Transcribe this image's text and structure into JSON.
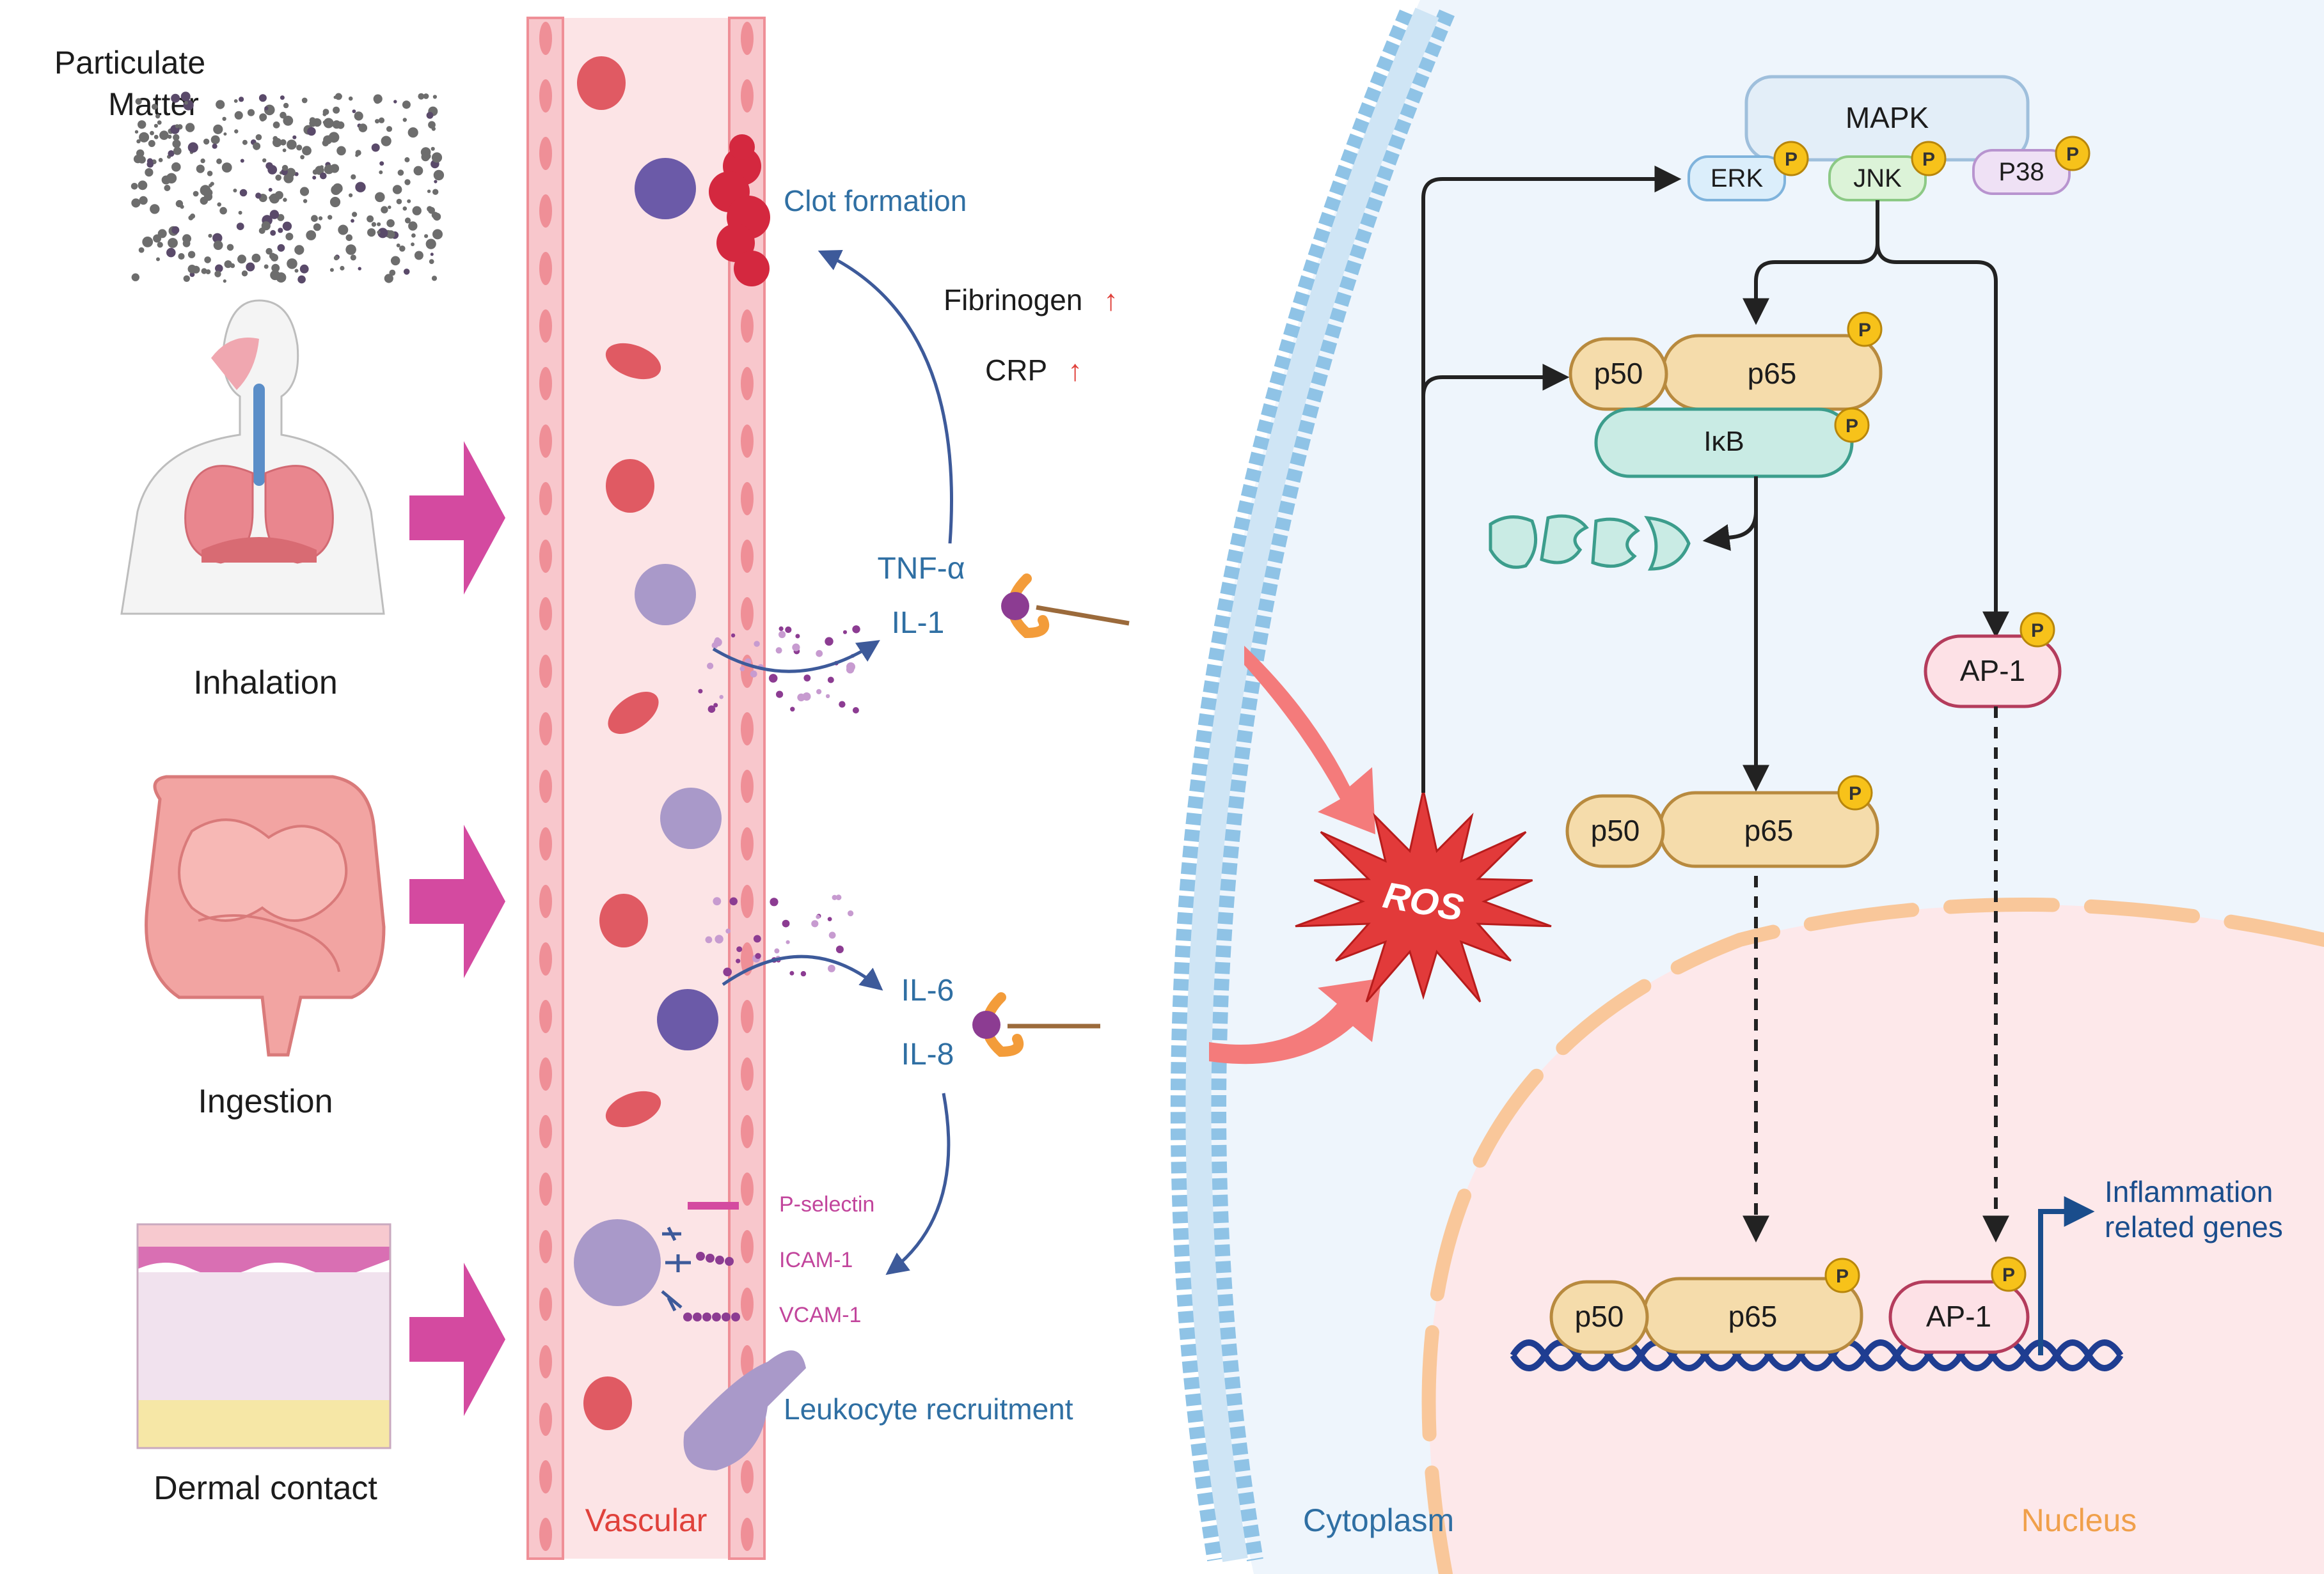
{
  "colors": {
    "vessel_fill": "#fce4e6",
    "vessel_wall": "#ef8f97",
    "rbc": "#e05a63",
    "leukocyte": "#8c7bb8",
    "clot": "#d4283f",
    "magenta_arrow": "#d44aa0",
    "membrane": "#8fc3e6",
    "cytoplasm": "#eef5fc",
    "nucleus": "#fde8ea",
    "nucleus_border": "#f9c79a",
    "ros": "#e23a3a",
    "p_badge": "#f7c21a",
    "p65_fill": "#f5dcab",
    "ikb_fill": "#c9ebe4",
    "dna": "#1f3d91"
  },
  "exposure": {
    "particulate_matter": "Particulate\nMatter",
    "inhalation": "Inhalation",
    "ingestion": "Ingestion",
    "dermal_contact": "Dermal contact"
  },
  "vascular": {
    "label": "Vascular",
    "clot_formation": "Clot formation",
    "fibrinogen": "Fibrinogen",
    "crp": "CRP",
    "up_arrow": "↑",
    "tnf_alpha": "TNF-α",
    "il1": "IL-1",
    "il6": "IL-6",
    "il8": "IL-8",
    "p_selectin": "P-selectin",
    "icam1": "ICAM-1",
    "vcam1": "VCAM-1",
    "leukocyte_recruitment": "Leukocyte recruitment"
  },
  "cell": {
    "cytoplasm": "Cytoplasm",
    "nucleus": "Nucleus",
    "ros": "ROS",
    "mapk": "MAPK",
    "erk": "ERK",
    "jnk": "JNK",
    "p38": "P38",
    "p_badge": "P",
    "p50": "p50",
    "p65": "p65",
    "ikb": "IκB",
    "ap1": "AP-1",
    "inflammation_genes_line1": "Inflammation",
    "inflammation_genes_line2": "related genes"
  }
}
